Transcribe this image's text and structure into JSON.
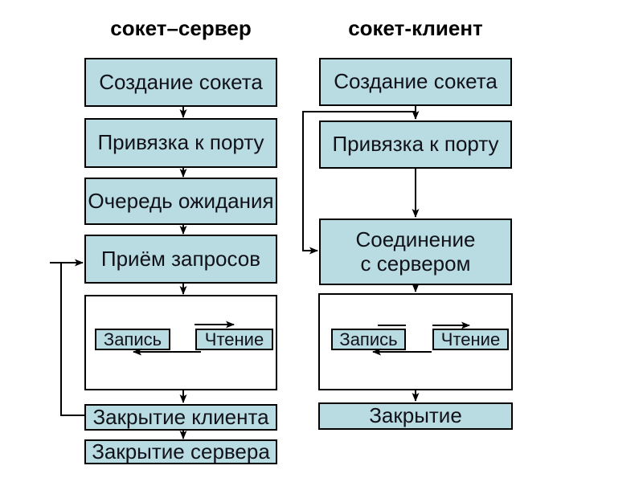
{
  "titles": {
    "server": "сокет–сервер",
    "client": "сокет-клиент"
  },
  "server": {
    "steps": [
      "Создание сокета",
      "Привязка к порту",
      "Очередь ожидания",
      "Приём запросов"
    ],
    "io": {
      "write": "Запись",
      "read": "Чтение"
    },
    "close_client": "Закрытие клиента",
    "close_server": "Закрытие сервера"
  },
  "client": {
    "steps": [
      "Создание сокета",
      "Привязка к порту"
    ],
    "connect_line1": "Соединение",
    "connect_line2": "с сервером",
    "io": {
      "write": "Запись",
      "read": "Чтение"
    },
    "close": "Закрытие"
  },
  "colors": {
    "background": "#ffffff",
    "box_fill": "#b9dce2",
    "box_border": "#000000",
    "connector": "#000000",
    "text": "#11111a",
    "title_text": "#000000"
  }
}
